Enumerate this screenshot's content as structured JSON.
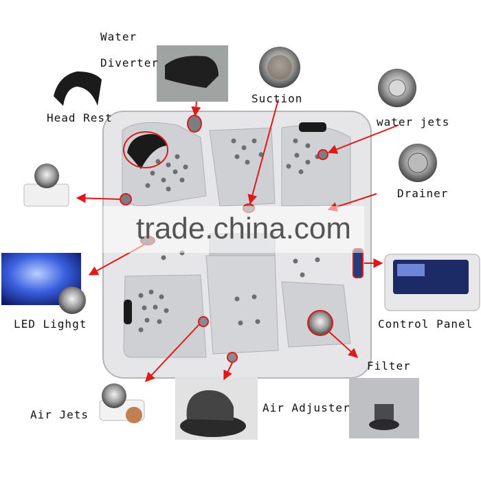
{
  "labels": {
    "water_diverter_line1": "Water",
    "water_diverter_line2": "Diverter",
    "suction": "Suction",
    "head_rest": "Head Rest",
    "water_jets": "water jets",
    "drainer": "Drainer",
    "led_light": "LED Lighgt",
    "control_panel": "Control Panel",
    "filter": "Filter",
    "air_jets": "Air Jets",
    "air_adjuster": "Air Adjuster"
  },
  "watermark": "trade.china.com",
  "colors": {
    "arrow": "#e01818",
    "tub_shell": "#d9d9dc",
    "tub_inner": "#c8c9cc",
    "led_blue": "#2a4fd0",
    "panel_dark": "#1c2a66"
  }
}
